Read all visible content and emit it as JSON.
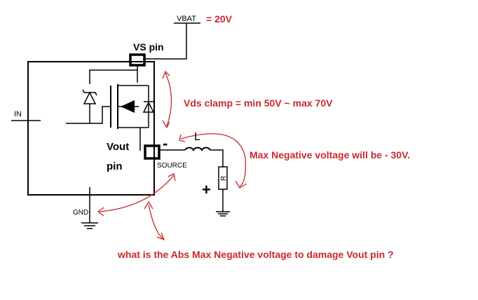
{
  "labels": {
    "vbat": "VBAT",
    "vbat_value": "= 20V",
    "vs_pin": "VS pin",
    "in": "IN",
    "vout": "Vout",
    "pin": "pin",
    "source": "SOURCE",
    "gnd": "GND",
    "inductor": "L",
    "resistor": "R",
    "minus": "-",
    "plus": "+"
  },
  "annotations": {
    "vds_clamp": "Vds clamp = min 50V ~ max 70V",
    "max_negative": "Max Negative voltage will be - 30V.",
    "question": "what is the Abs Max Negative voltage to damage Vout pin ?"
  },
  "colors": {
    "wire": "#000000",
    "annotation": "#c8282d",
    "arrow": "#c8282d"
  }
}
